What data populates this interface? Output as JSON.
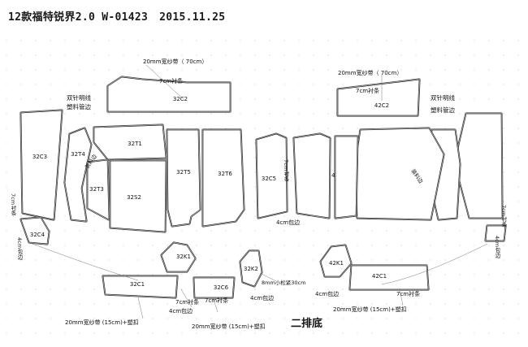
{
  "header": {
    "title": "12款福特锐界2.0 W-01423",
    "date": "2015.11.25"
  },
  "footer_label": "二排底",
  "pieces": [
    {
      "name": "32C2",
      "label": "32C2"
    },
    {
      "name": "42C2",
      "label": "42C2"
    },
    {
      "name": "32C3",
      "label": "32C3"
    },
    {
      "name": "32T4",
      "label": "32T4"
    },
    {
      "name": "32T1",
      "label": "32T1"
    },
    {
      "name": "32T3",
      "label": "32T3"
    },
    {
      "name": "32S2",
      "label": "32S2"
    },
    {
      "name": "32T5",
      "label": "32T5"
    },
    {
      "name": "32T6",
      "label": "32T6"
    },
    {
      "name": "32C5",
      "label": "32C5"
    },
    {
      "name": "42T5",
      "label": "42T5"
    },
    {
      "name": "32C4",
      "label": "32C4"
    },
    {
      "name": "32K1",
      "label": "32K1"
    },
    {
      "name": "32K2",
      "label": "32K2"
    },
    {
      "name": "42K1",
      "label": "42K1"
    },
    {
      "name": "32C1",
      "label": "32C1"
    },
    {
      "name": "32C6",
      "label": "32C6"
    },
    {
      "name": "42C1",
      "label": "42C1"
    }
  ],
  "annotations": [
    {
      "name": "note-20mm-70cm-left",
      "text": "20mm宽纱带（ 70cm）"
    },
    {
      "name": "note-7cm-liner-left",
      "text": "7cm衬条"
    },
    {
      "name": "note-20mm-70cm-right",
      "text": "20mm宽纱带（ 70cm）"
    },
    {
      "name": "note-7cm-liner-right",
      "text": "7cm衬条"
    },
    {
      "name": "note-double-needle-left-1",
      "text": "双针明线"
    },
    {
      "name": "note-double-needle-left-2",
      "text": "塑料管边"
    },
    {
      "name": "note-double-needle-right-1",
      "text": "双针明线"
    },
    {
      "name": "note-double-needle-right-2",
      "text": "塑料管边"
    },
    {
      "name": "note-edge-left",
      "text": "装料边"
    },
    {
      "name": "note-edge-right",
      "text": "装料边"
    },
    {
      "name": "note-7cm-side-left",
      "text": "7cm衬条"
    },
    {
      "name": "note-4cm-side-left",
      "text": "4cm包边"
    },
    {
      "name": "note-7cm-side-right",
      "text": "7cm衬条"
    },
    {
      "name": "note-4cm-side-right",
      "text": "4cm包边"
    },
    {
      "name": "note-7cm-c5",
      "text": "7cm衬条"
    },
    {
      "name": "note-4cm-c5",
      "text": "4cm包边"
    },
    {
      "name": "note-30cm-elastic",
      "text": "8mm小松紧30cm"
    },
    {
      "name": "note-4cm-k2",
      "text": "4cm包边"
    },
    {
      "name": "note-7cm-c1",
      "text": "7cm衬条"
    },
    {
      "name": "note-4cm-c1",
      "text": "4cm包边"
    },
    {
      "name": "note-20mm-15cm-left",
      "text": "20mm宽纱带 (15cm)+塑扣"
    },
    {
      "name": "note-7cm-c6",
      "text": "7cm衬条"
    },
    {
      "name": "note-20mm-15cm-center",
      "text": "20mm宽纱带 (15cm)+塑扣"
    },
    {
      "name": "note-4cm-42k1",
      "text": "4cm包边"
    },
    {
      "name": "note-7cm-42c1",
      "text": "7cm衬条"
    },
    {
      "name": "note-20mm-15cm-right",
      "text": "20mm宽纱带 (15cm)+塑扣"
    }
  ]
}
